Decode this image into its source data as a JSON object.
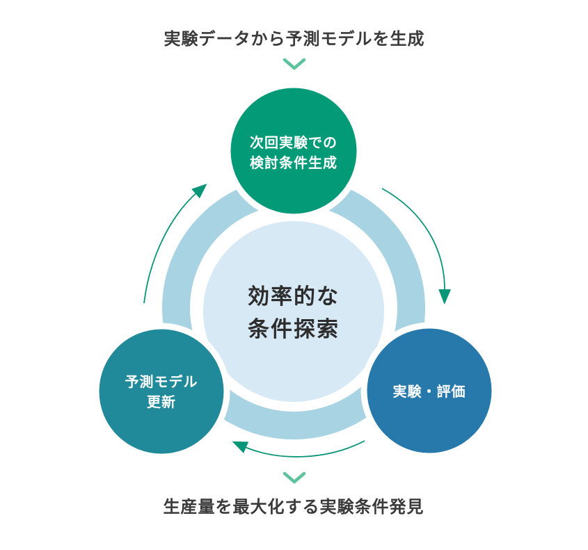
{
  "titles": {
    "top": "実験データから予測モデルを生成",
    "bottom": "生産量を最大化する実験条件発見"
  },
  "center_circle": {
    "line1": "効率的な",
    "line2": "条件探索"
  },
  "nodes": {
    "top": {
      "line1": "次回実験での",
      "line2": "検討条件生成"
    },
    "right": {
      "label": "実験・評価"
    },
    "left": {
      "line1": "予測モデル",
      "line2": "更新"
    }
  },
  "icons": {
    "top_chevron": "chevron-down",
    "bottom_chevron": "chevron-down",
    "cycle_arrows": "clockwise-cycle"
  },
  "colors": {
    "node_top": "#029a77",
    "node_right": "#2778ab",
    "node_left": "#20899a",
    "ring": "#a7d3e2",
    "center_fill": "#d6e9f5",
    "arrow": "#089578",
    "chevron": "#5ec39d",
    "title_text": "#3a3a3a",
    "center_text": "#2d2d2d",
    "node_text": "#ffffff"
  }
}
